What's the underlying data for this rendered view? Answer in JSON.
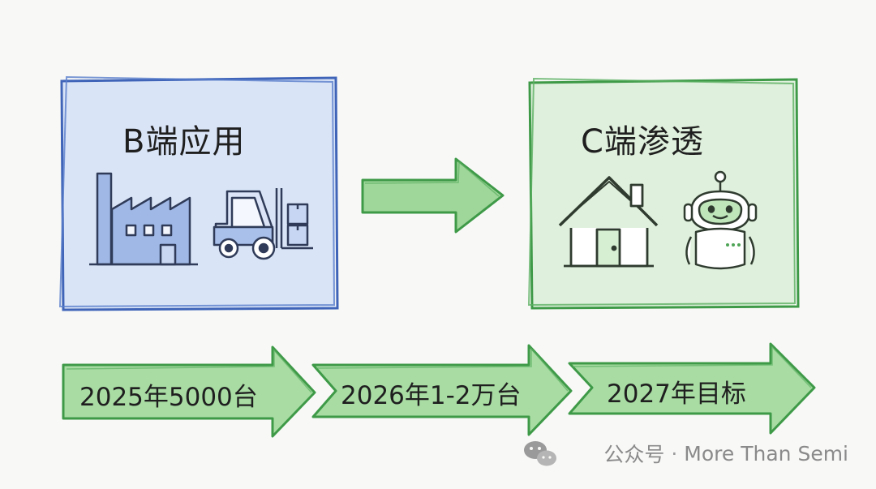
{
  "panels": {
    "b_side": {
      "title": "B端应用",
      "icons": [
        "factory-icon",
        "forklift-icon"
      ],
      "color": "#4a72c4"
    },
    "c_side": {
      "title": "C端渗透",
      "icons": [
        "house-icon",
        "robot-icon"
      ],
      "color": "#4fa557"
    }
  },
  "timeline": {
    "steps": [
      {
        "label": "2025年5000台"
      },
      {
        "label": "2026年1-2万台"
      },
      {
        "label": "2027年目标"
      }
    ],
    "color": "#4fa557"
  },
  "watermark": {
    "prefix": "公众号",
    "separator": "·",
    "name": "More Than Semi",
    "icon": "wechat-icon"
  }
}
